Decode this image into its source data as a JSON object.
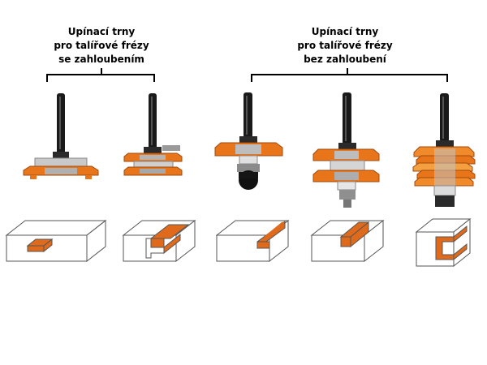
{
  "groups": [
    {
      "lines": [
        "Upínací trny",
        "pro talířové frézy",
        "se zahloubením"
      ]
    },
    {
      "lines": [
        "Upínací trny",
        "pro talířové frézy",
        "bez zahloubení"
      ]
    }
  ],
  "colors": {
    "cutter_orange": "#e8751a",
    "profile_orange": "#e06a1b",
    "shank": "#1a1a1a",
    "steel": "#b8b8b8",
    "bracket": "#000000"
  },
  "icons": [
    "arbor-with-recess-single-cutter",
    "arbor-with-recess-double-cutter",
    "arbor-without-recess-single-cutter",
    "arbor-without-recess-double-cutter",
    "arbor-without-recess-stacked-cutters"
  ],
  "profiles": [
    "slot-profile",
    "tongue-profile",
    "groove-profile",
    "rebate-profile",
    "wide-slot-profile"
  ]
}
